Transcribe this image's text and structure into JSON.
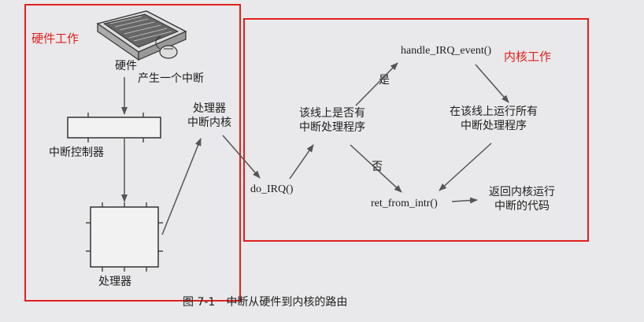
{
  "regions": {
    "hardware_label": "硬件工作",
    "kernel_label": "内核工作",
    "border_color": "#e0201e"
  },
  "nodes": {
    "hardware": "硬件",
    "interrupt_controller": "中断控制器",
    "processor": "处理器",
    "processor_interrupts_kernel": [
      "处理器",
      "中断内核"
    ],
    "do_irq": "do_IRQ()",
    "has_handler": [
      "该线上是否有",
      "中断处理程序"
    ],
    "handle_irq_event": "handle_IRQ_event()",
    "run_all_handlers": [
      "在该线上运行所有",
      "中断处理程序"
    ],
    "ret_from_intr": "ret_from_intr()",
    "return_to_kernel": [
      "返回内核运行",
      "中断的代码"
    ]
  },
  "edges": {
    "generate_interrupt": "产生一个中断",
    "yes": "是",
    "no": "否"
  },
  "caption": "图 7-1　中断从硬件到内核的路由",
  "icons": {
    "keyboard": "keyboard-icon",
    "mouse": "mouse-icon",
    "chip_controller": "controller-chip-icon",
    "chip_processor": "processor-chip-icon"
  }
}
